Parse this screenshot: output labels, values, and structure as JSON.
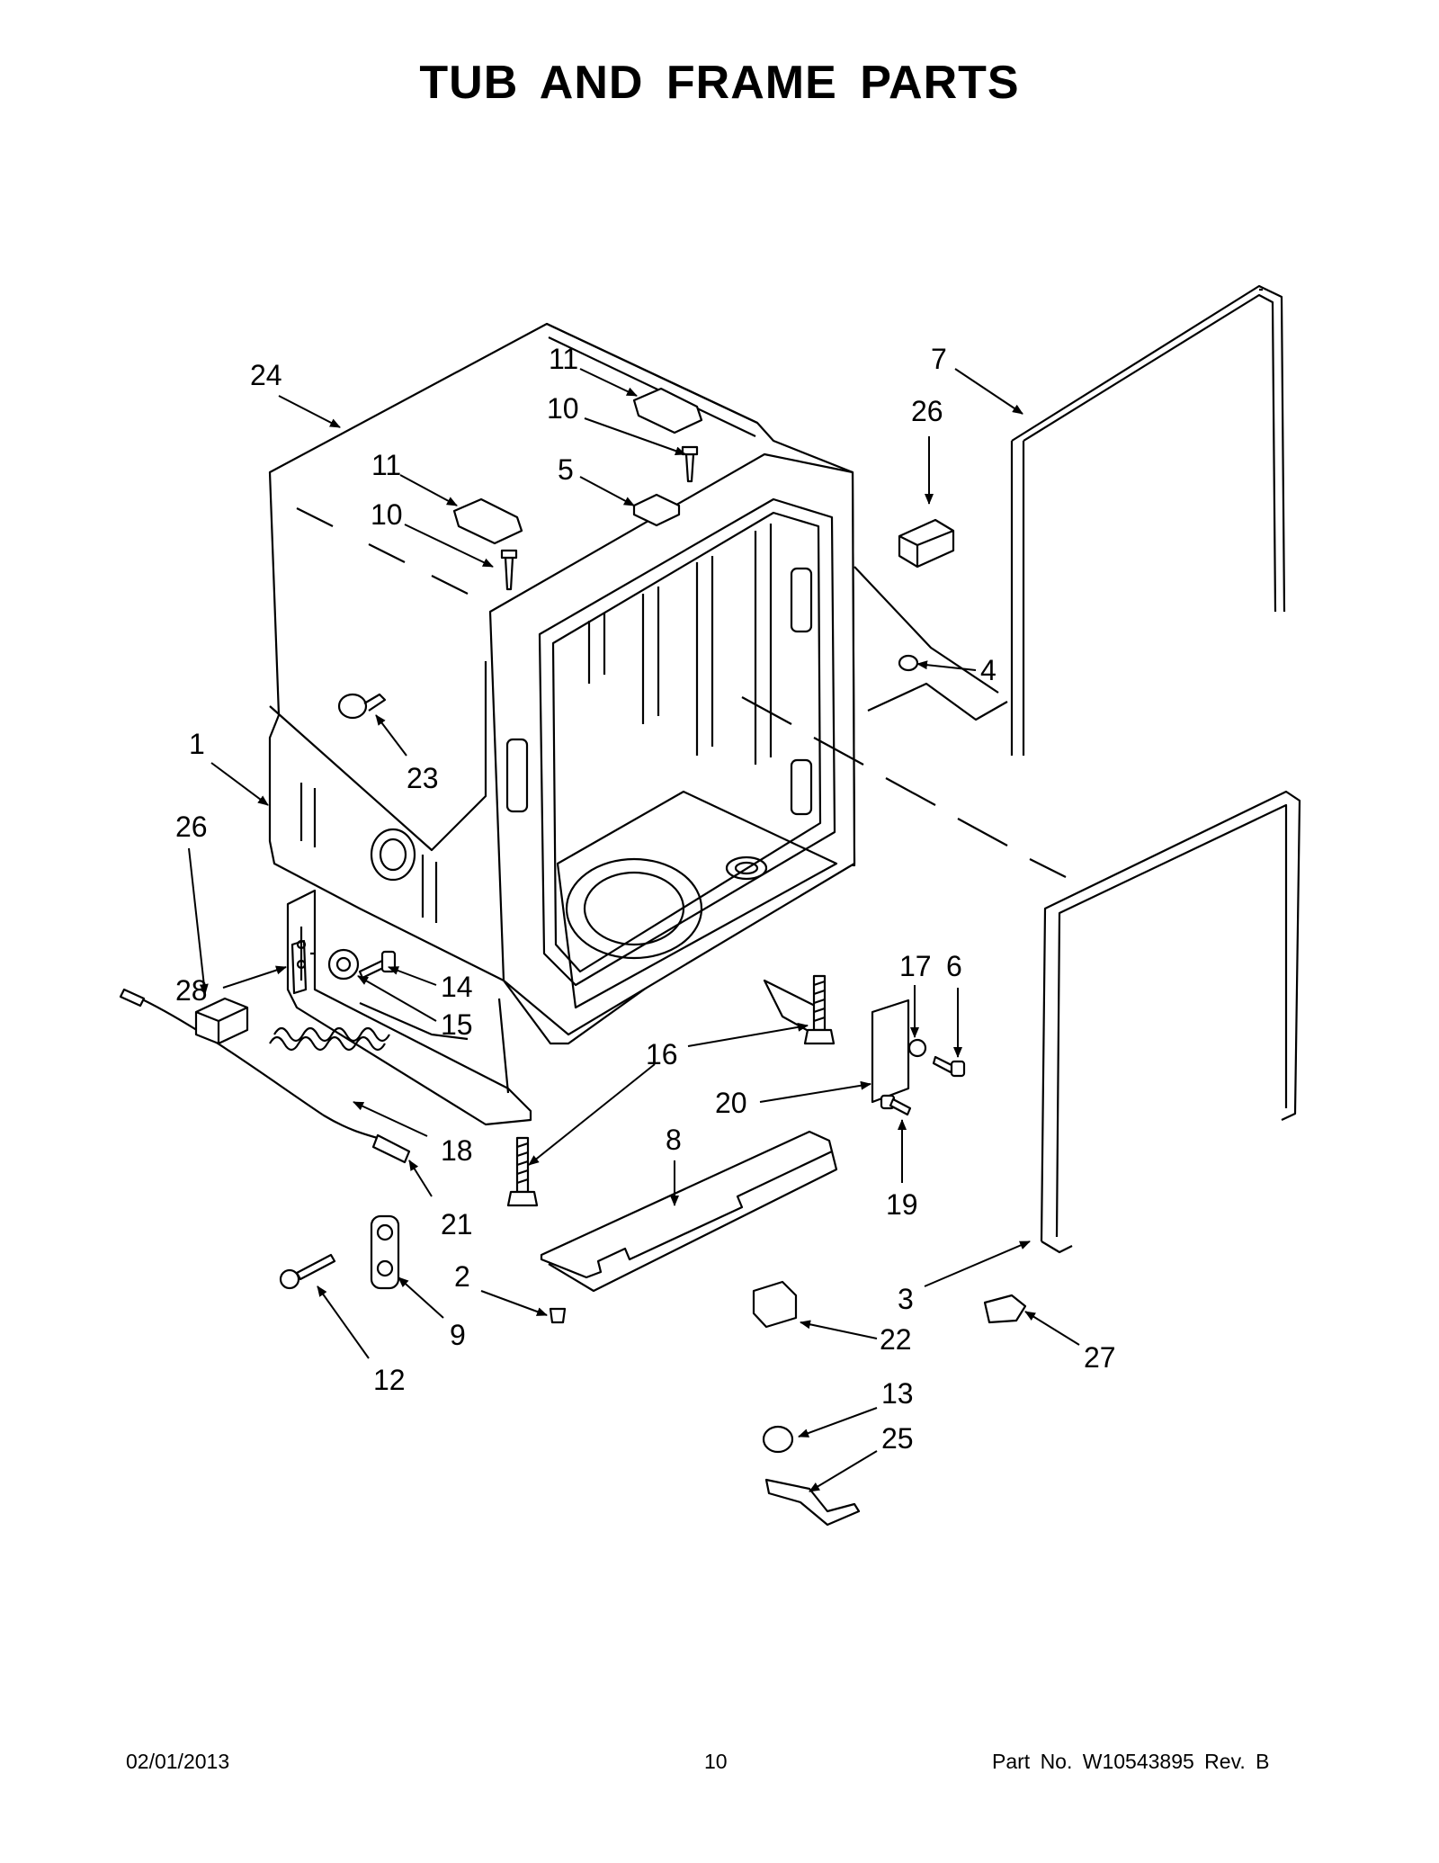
{
  "title": "TUB AND FRAME PARTS",
  "callouts": {
    "c1": "1",
    "c2": "2",
    "c3": "3",
    "c4": "4",
    "c5": "5",
    "c6": "6",
    "c7": "7",
    "c8": "8",
    "c9": "9",
    "c10a": "10",
    "c10b": "10",
    "c11a": "11",
    "c11b": "11",
    "c12": "12",
    "c13": "13",
    "c14": "14",
    "c15": "15",
    "c16": "16",
    "c17": "17",
    "c18": "18",
    "c19": "19",
    "c20": "20",
    "c21": "21",
    "c22": "22",
    "c23": "23",
    "c24": "24",
    "c25": "25",
    "c26a": "26",
    "c26b": "26",
    "c27": "27",
    "c28": "28"
  },
  "footer": {
    "date": "02/01/2013",
    "page": "10",
    "part_number": "Part No.  W10543895  Rev.  B"
  }
}
